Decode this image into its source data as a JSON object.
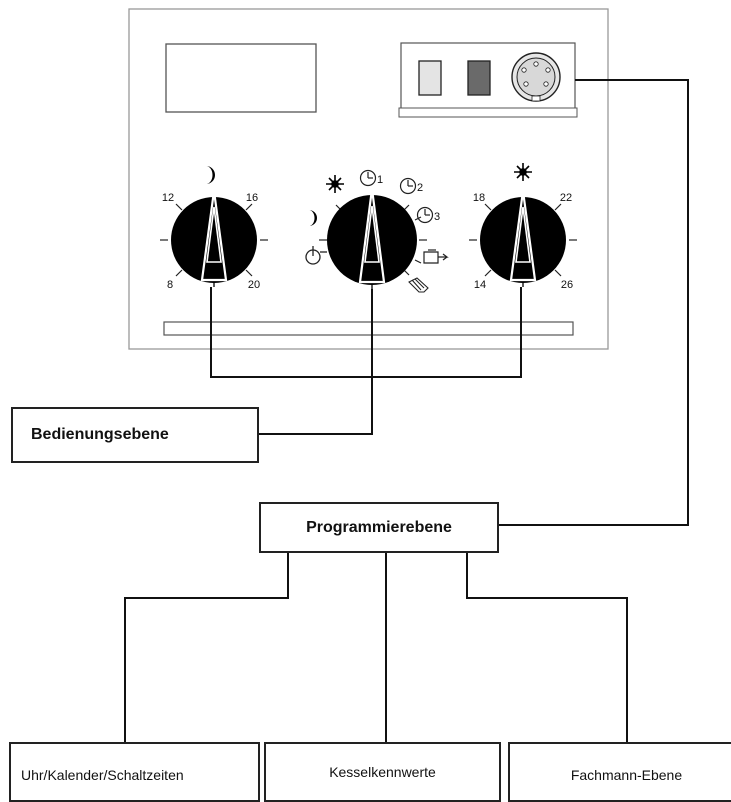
{
  "dials": {
    "left": {
      "ticks": [
        "12",
        "16",
        "8",
        "20"
      ]
    },
    "right": {
      "ticks": [
        "18",
        "22",
        "14",
        "26"
      ]
    },
    "middle": {
      "ticks": [
        "1",
        "2",
        "3"
      ]
    }
  },
  "boxes": {
    "bedienungsebene": "Bedienungsebene",
    "programmierebene": "Programmierebene",
    "uhr": "Uhr/Kalender/Schaltzeiten",
    "kessel": "Kesselkennwerte",
    "fachmann": "Fachmann-Ebene"
  },
  "icons": {
    "moon": "moon-icon",
    "sun": "sun-icon",
    "clock": "clock-icon",
    "power": "power-icon",
    "hotwater": "hot-water-icon",
    "hand": "hand-icon"
  }
}
